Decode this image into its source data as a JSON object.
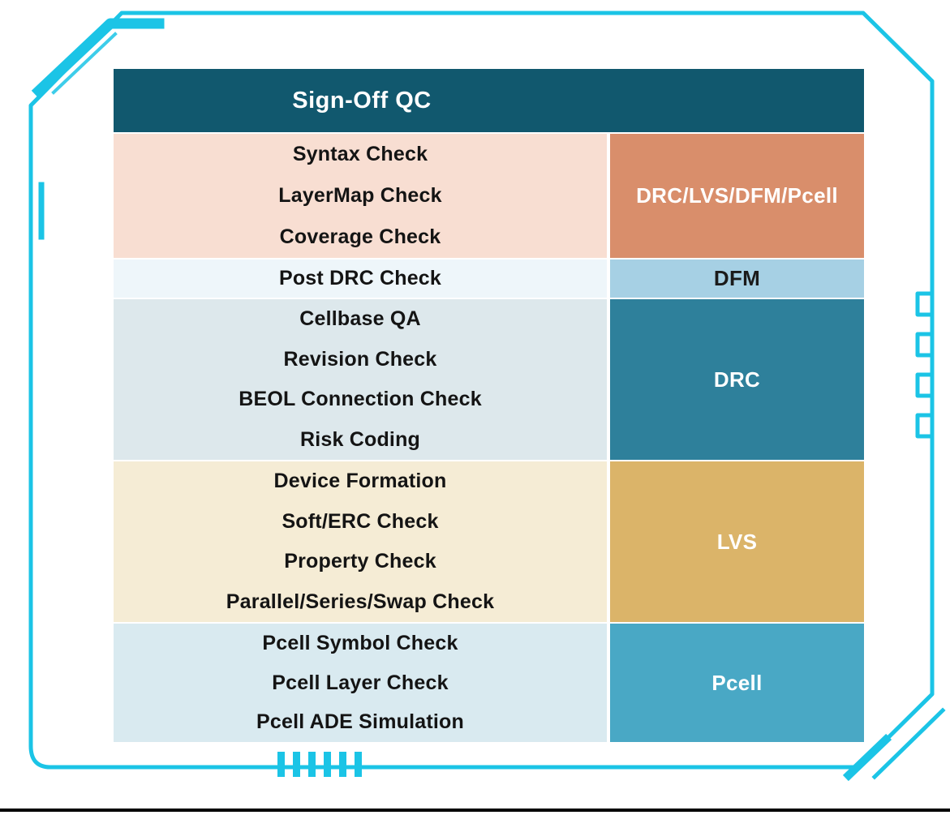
{
  "title": "Sign-Off QC",
  "groups": [
    {
      "label": "DRC/LVS/DFM/Pcell",
      "items": [
        "Syntax Check",
        "LayerMap Check",
        "Coverage Check"
      ]
    },
    {
      "label": "DFM",
      "items": [
        "Post DRC Check"
      ]
    },
    {
      "label": "DRC",
      "items": [
        "Cellbase QA",
        "Revision Check",
        "BEOL Connection Check",
        "Risk Coding"
      ]
    },
    {
      "label": "LVS",
      "items": [
        "Device Formation",
        "Soft/ERC Check",
        "Property Check",
        "Parallel/Series/Swap Check"
      ]
    },
    {
      "label": "Pcell",
      "items": [
        "Pcell Symbol Check",
        "Pcell Layer Check",
        "Pcell ADE Simulation"
      ]
    }
  ],
  "colors": {
    "header_bg": "#11586e",
    "frame_accent": "#1bc4e6",
    "group1_left": "#f8ded2",
    "group1_right": "#d98e6b",
    "group2_left": "#eef6fa",
    "group2_right": "#a6d0e4",
    "group3_left": "#dde8ec",
    "group3_right": "#2e809b",
    "group4_left": "#f5ecd5",
    "group4_right": "#dbb469",
    "group5_left": "#d9eaf0",
    "group5_right": "#49a8c5",
    "bottom_rule": "#000000"
  }
}
